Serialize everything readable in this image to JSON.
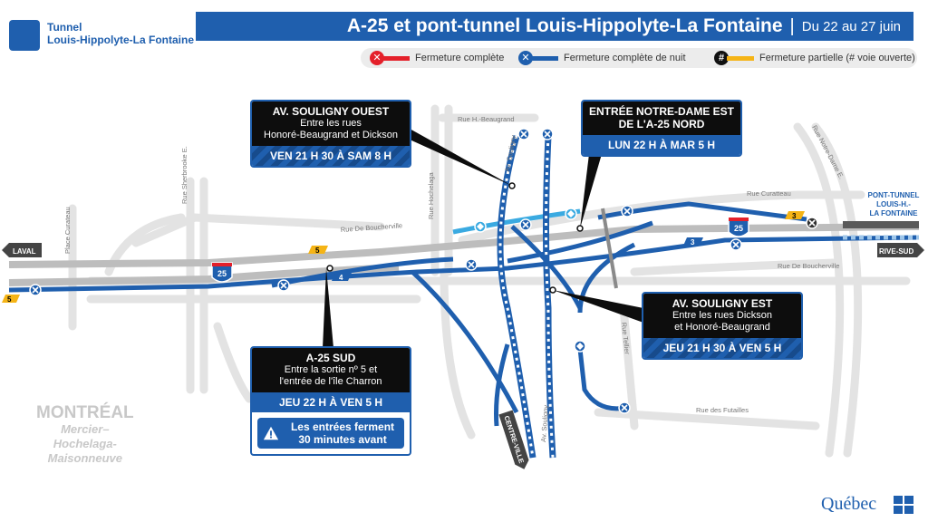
{
  "header": {
    "logo_line1": "Tunnel",
    "logo_line2": "Louis-Hippolyte-La Fontaine",
    "title": "A-25 et pont-tunnel Louis-Hippolyte-La Fontaine",
    "date": "Du 22 au 27 juin"
  },
  "legend": {
    "full": "Fermeture complète",
    "night": "Fermeture complète de nuit",
    "partial": "Fermeture partielle (# voie ouverte)",
    "partial_symbol": "#",
    "colors": {
      "full": "#e4202a",
      "night": "#1f5fae",
      "partial": "#f5b416"
    }
  },
  "boxes": {
    "souligny_ouest": {
      "title": "AV. SOULIGNY OUEST",
      "line1": "Entre les rues",
      "line2": "Honoré-Beaugrand et Dickson",
      "time": "VEN 21 H 30 À SAM 8 H"
    },
    "notre_dame": {
      "title1": "ENTRÉE NOTRE-DAME EST",
      "title2": "DE L'A-25 NORD",
      "time": "LUN 22 H À MAR 5 H"
    },
    "souligny_est": {
      "title": "AV. SOULIGNY EST",
      "line1": "Entre les rues Dickson",
      "line2": "et Honoré-Beaugrand",
      "time": "JEU 21 H 30 À VEN 5 H"
    },
    "a25_sud": {
      "title": "A-25 SUD",
      "line1": "Entre la sortie nº 5 et",
      "line2": "l'entrée de l'île Charron",
      "time": "JEU 22 H À VEN 5 H",
      "warn1": "Les entrées ferment",
      "warn2": "30 minutes avant"
    }
  },
  "streets": {
    "hbeaugrand": "Rue H.-Beaugrand",
    "souligny_v": "Av. Souligny",
    "souligny_v2": "Av. Souligny",
    "hochelaga": "Rue Hochelaga",
    "sherbrooke": "Rue Sherbrooke E.",
    "curateau_v": "Place Curateau",
    "boucherville_w": "Rue De Boucherville",
    "boucherville_e": "Rue De Boucherville",
    "curatteau_e": "Rue Curatteau",
    "notre_dame": "Rue Notre-Dame E.",
    "tellier": "Rue Tellier",
    "futailles": "Rue des Futailles"
  },
  "destinations": {
    "laval": "LAVAL",
    "rive_sud": "RIVE-SUD",
    "centre_ville": "CENTRE-VILLE",
    "tunnel1": "PONT-TUNNEL",
    "tunnel2": "LOUIS-H.-",
    "tunnel3": "LA FONTAINE"
  },
  "shields": {
    "a25_west": "25",
    "a25_east": "25"
  },
  "lane_badges": {
    "b5_center": "5",
    "b5_left": "5",
    "b4": "4",
    "b3_lower": "3",
    "b3_upper": "3"
  },
  "city": {
    "name": "MONTRÉAL",
    "sub1": "Mercier–",
    "sub2": "Hochelaga-",
    "sub3": "Maisonneuve"
  },
  "brand": "Québec"
}
